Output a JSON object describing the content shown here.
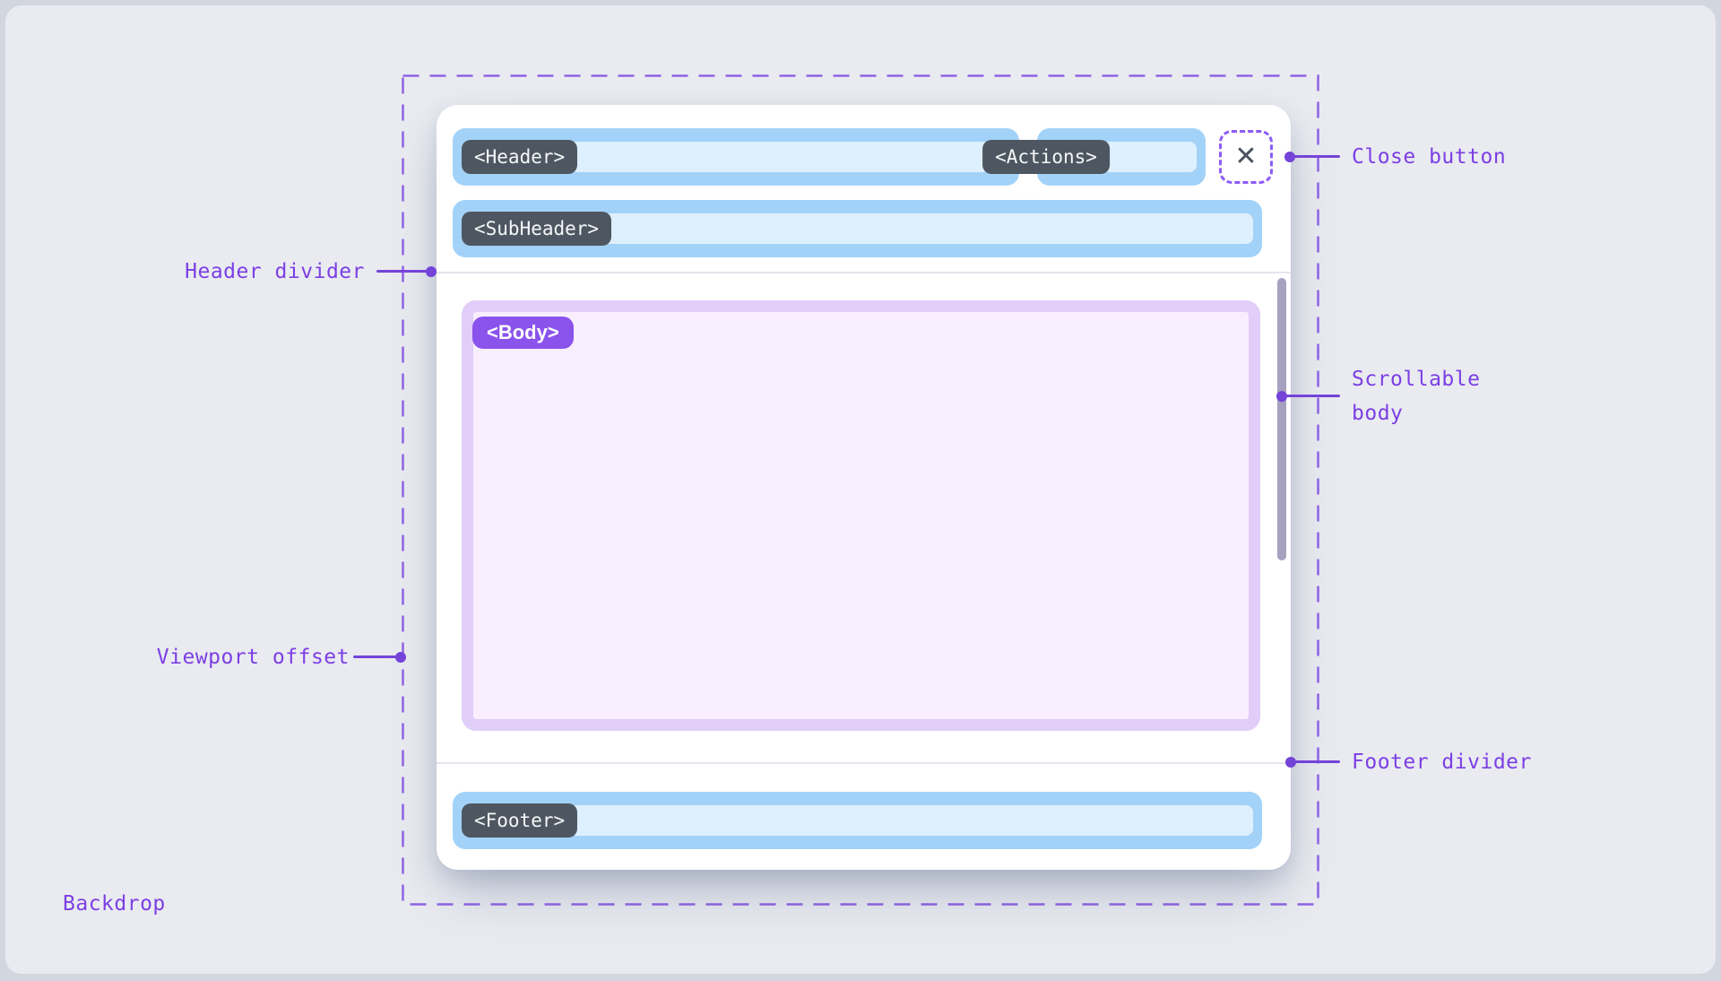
{
  "modal": {
    "slots": {
      "header": "<Header>",
      "actions": "<Actions>",
      "subheader": "<SubHeader>",
      "body": "<Body>",
      "footer": "<Footer>"
    },
    "close_icon": "✕"
  },
  "annotations": {
    "close_button": "Close button",
    "header_divider": "Header divider",
    "scrollable_body": "Scrollable body",
    "viewport_offset": "Viewport offset",
    "footer_divider": "Footer divider",
    "backdrop": "Backdrop"
  },
  "colors": {
    "annotation_purple": "#7c3fe4",
    "dashed_outline": "#8f63e6",
    "slot_blue": "#a3d2f8",
    "slot_blue_inner": "#def0fd",
    "tag_dark": "#4e5761",
    "body_border": "#e0cdf8",
    "body_fill": "#f9eefe",
    "body_tag": "#8a53ec",
    "scrollbar": "#a7a0bf",
    "backdrop_fill": "#e9ebf0"
  }
}
